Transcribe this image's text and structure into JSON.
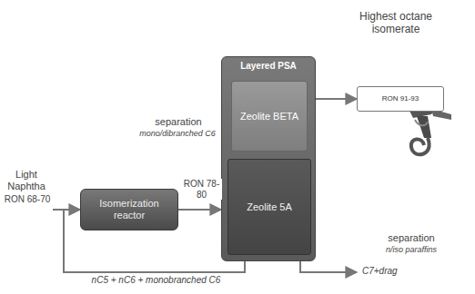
{
  "diagram": {
    "nodes": [
      {
        "text": [
          "Isomerization reactor"
        ]
      },
      {
        "text": [
          "Layered PSA"
        ]
      },
      {
        "text": [
          "Zeolite BETA"
        ],
        "in": 1
      },
      {
        "text": [
          "Zeolite 5A"
        ],
        "in": 1
      },
      {
        "text": [
          "Highest octane isomerate",
          "RON 91-93"
        ]
      }
    ],
    "edges": [
      {
        "from": 0,
        "to": 1,
        "arrow": "to",
        "label": "RON 78-80"
      },
      {
        "from": 1,
        "to": 4,
        "arrow": "to"
      },
      {
        "from": 1,
        "to": 0,
        "arrow": "to",
        "label": "nC5 + nC6 + monobranched C6"
      }
    ],
    "labels": [
      "Light Naphtha",
      "RON 68-70",
      "separation",
      "mono/dibranched C6",
      "separation",
      "n/iso paraffins",
      "C7+drag"
    ]
  }
}
